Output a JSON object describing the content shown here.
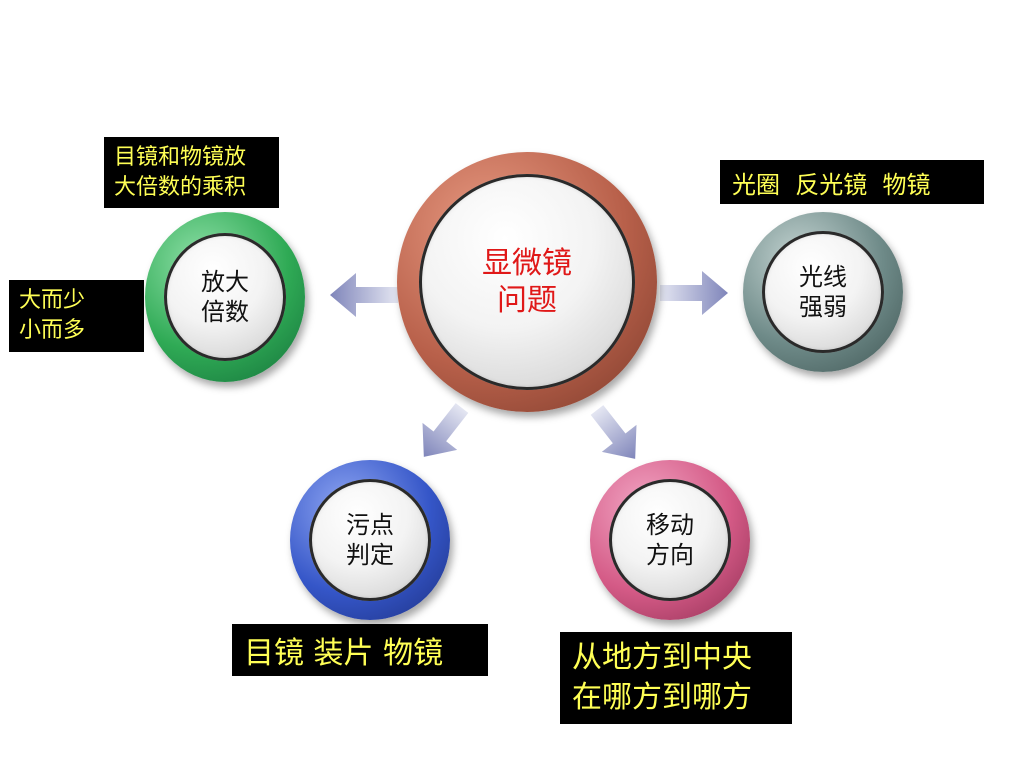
{
  "center": {
    "line1": "显微镜",
    "line2": "问题",
    "color": "#e01818",
    "ring_color": "#b8604a"
  },
  "nodes": {
    "magnification": {
      "line1": "放大",
      "line2": "倍数",
      "ring_color": "#2faa55"
    },
    "light": {
      "line1": "光线",
      "line2": "强弱",
      "ring_color": "#6e8a88"
    },
    "dirt": {
      "line1": "污点",
      "line2": "判定",
      "ring_color": "#3556c8"
    },
    "move": {
      "line1": "移动",
      "line2": "方向",
      "ring_color": "#d45a86"
    }
  },
  "labels": {
    "magnification_top": {
      "line1": "目镜和物镜放",
      "line2": "大倍数的乘积"
    },
    "magnification_left": {
      "line1": "大而少",
      "line2": "小而多"
    },
    "light": {
      "line1": "光圈  反光镜  物镜"
    },
    "dirt": {
      "line1": "目镜 装片 物镜"
    },
    "move": {
      "line1": "从地方到中央",
      "line2": "在哪方到哪方"
    }
  },
  "colors": {
    "label_text": "#ffff55",
    "label_bg": "#000000",
    "arrow": "#8a8fc0"
  }
}
